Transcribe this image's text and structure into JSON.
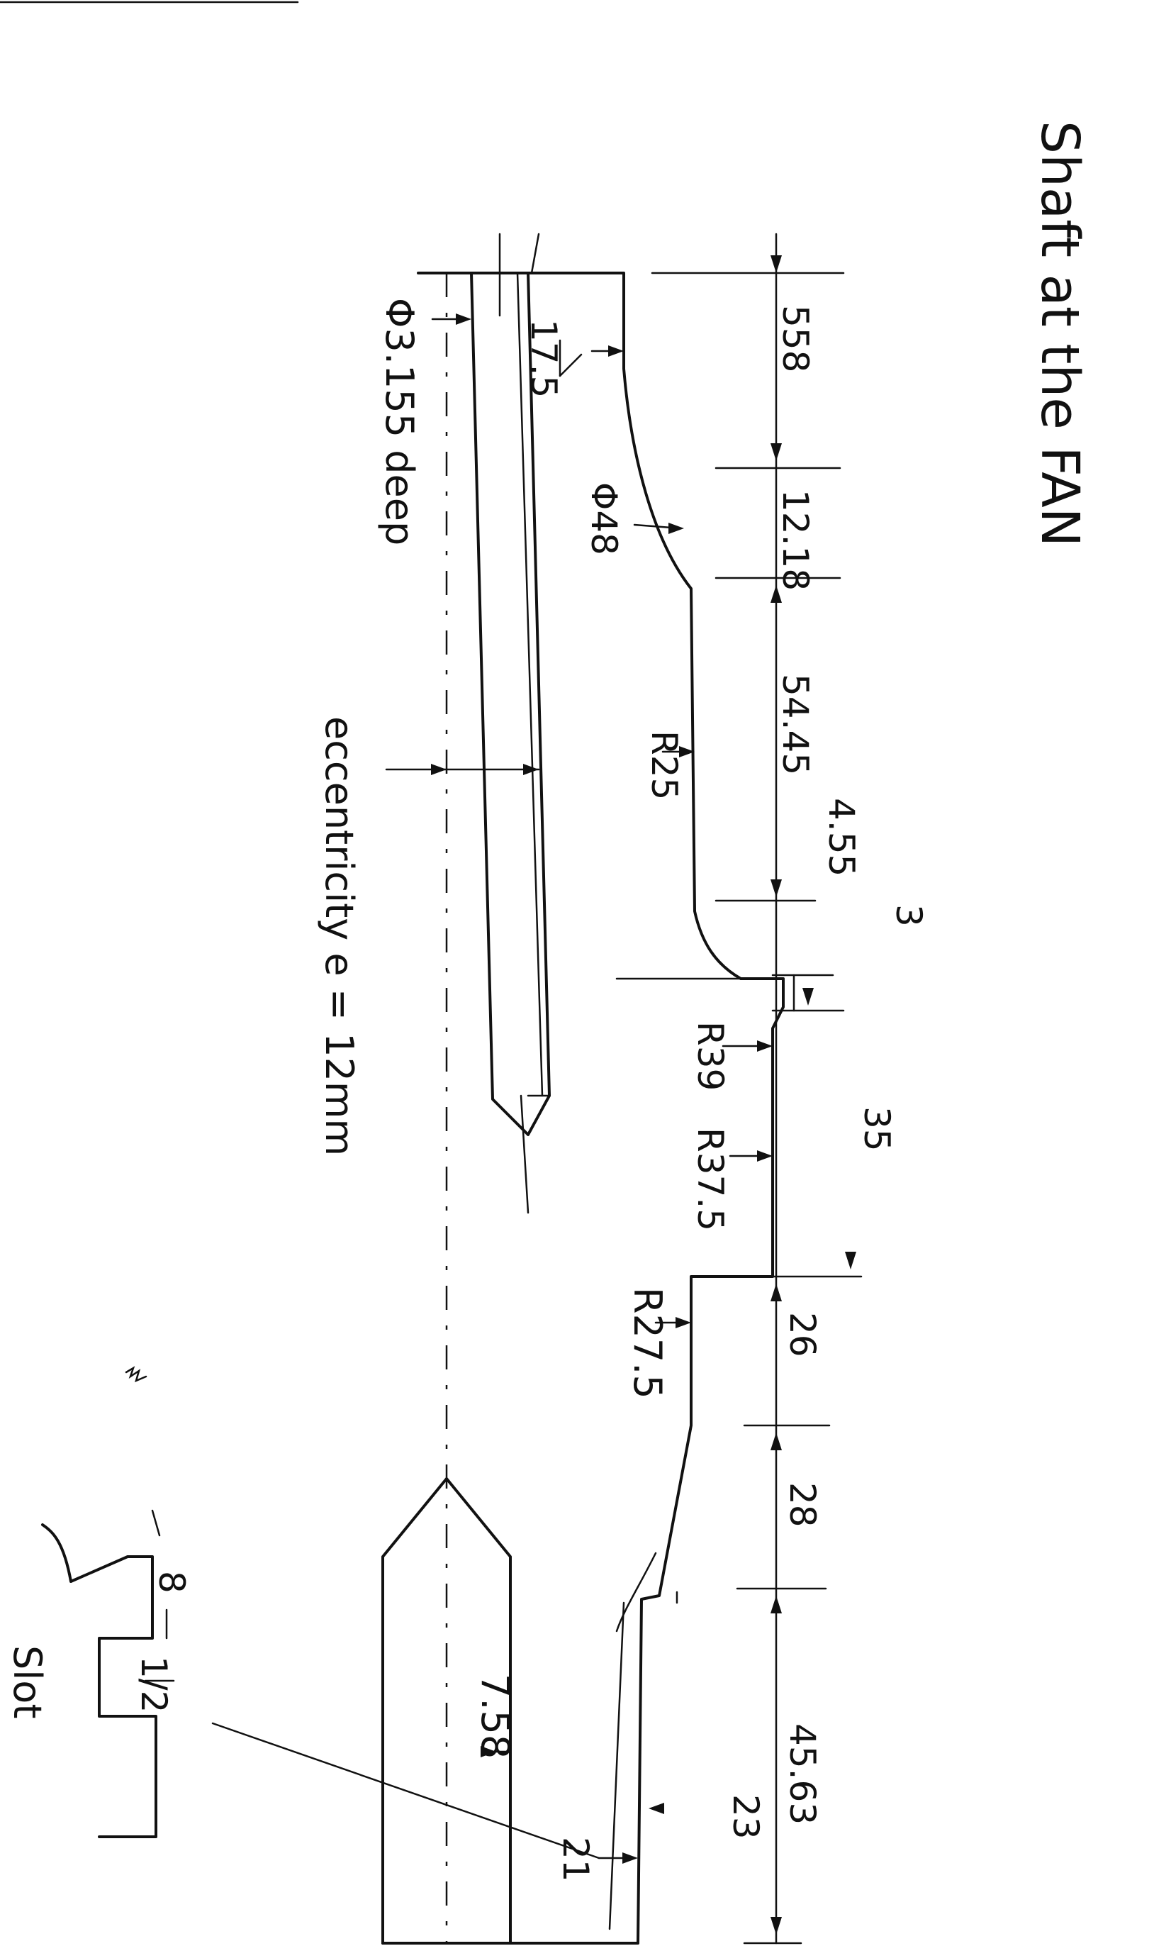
{
  "title": "Shaft at the FAN",
  "dimensions": {
    "len_558": "558",
    "len_12_18": "12.18",
    "len_54_45": "54.45",
    "len_4_55": "4.55",
    "len_3": "3",
    "len_35": "35",
    "len_26": "26",
    "len_28": "28",
    "len_45_63": "45.63"
  },
  "radii": {
    "d48": "Φ48",
    "r25": "R25",
    "r39": "R39",
    "r37_5": "R37.5",
    "r27_5": "R27.5",
    "r23": "23",
    "r21": "21"
  },
  "bore": {
    "offset": "17.5",
    "hole": "Φ3.155 deep",
    "inner": "7.58"
  },
  "eccentricity_note": "eccentricity e = 12mm",
  "slot": {
    "label": "Slot",
    "width_8": "8",
    "width_half": "1/2"
  }
}
